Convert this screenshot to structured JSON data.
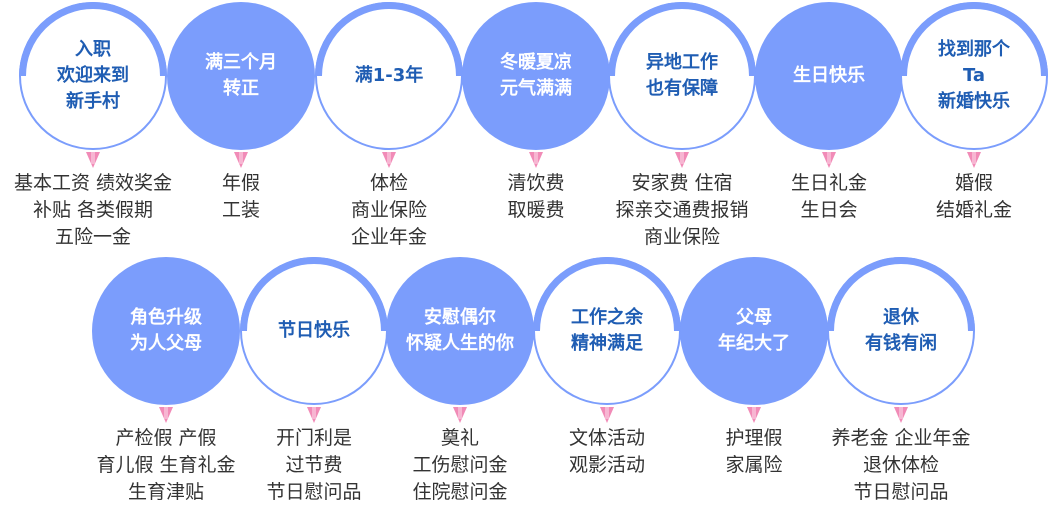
{
  "colors": {
    "circle_fill": "#7b9dfc",
    "outline_title": "#1f5db3",
    "benefit_text": "#333333",
    "pointer": "#f18bb7"
  },
  "rows": [
    {
      "nodes": [
        {
          "style": "outline",
          "title": "入职\n欢迎来到\n新手村",
          "benefits": [
            "基本工资 绩效奖金",
            "补贴 各类假期",
            "五险一金"
          ]
        },
        {
          "style": "filled",
          "title": "满三个月\n转正",
          "benefits": [
            "年假",
            "工装"
          ]
        },
        {
          "style": "outline",
          "title": "满1-3年",
          "benefits": [
            "体检",
            "商业保险",
            "企业年金"
          ]
        },
        {
          "style": "filled",
          "title": "冬暖夏凉\n元气满满",
          "benefits": [
            "清饮费",
            "取暖费"
          ]
        },
        {
          "style": "outline",
          "title": "异地工作\n也有保障",
          "benefits": [
            "安家费 住宿",
            "探亲交通费报销",
            "商业保险"
          ]
        },
        {
          "style": "filled",
          "title": "生日快乐",
          "benefits": [
            "生日礼金",
            "生日会"
          ]
        },
        {
          "style": "outline",
          "title": "找到那个\nTa\n新婚快乐",
          "benefits": [
            "婚假",
            "结婚礼金"
          ]
        }
      ]
    },
    {
      "nodes": [
        {
          "style": "filled",
          "title": "角色升级\n为人父母",
          "benefits": [
            "产检假 产假",
            "育儿假 生育礼金",
            "生育津贴"
          ]
        },
        {
          "style": "outline",
          "title": "节日快乐",
          "benefits": [
            "开门利是",
            "过节费",
            "节日慰问品"
          ]
        },
        {
          "style": "filled",
          "title": "安慰偶尔\n怀疑人生的你",
          "benefits": [
            "奠礼",
            "工伤慰问金",
            "住院慰问金"
          ]
        },
        {
          "style": "outline",
          "title": "工作之余\n精神满足",
          "benefits": [
            "文体活动",
            "观影活动"
          ]
        },
        {
          "style": "filled",
          "title": "父母\n年纪大了",
          "benefits": [
            "护理假",
            "家属险"
          ]
        },
        {
          "style": "outline",
          "title": "退休\n有钱有闲",
          "benefits": [
            "养老金 企业年金",
            "退休体检",
            "节日慰问品"
          ]
        }
      ]
    }
  ]
}
